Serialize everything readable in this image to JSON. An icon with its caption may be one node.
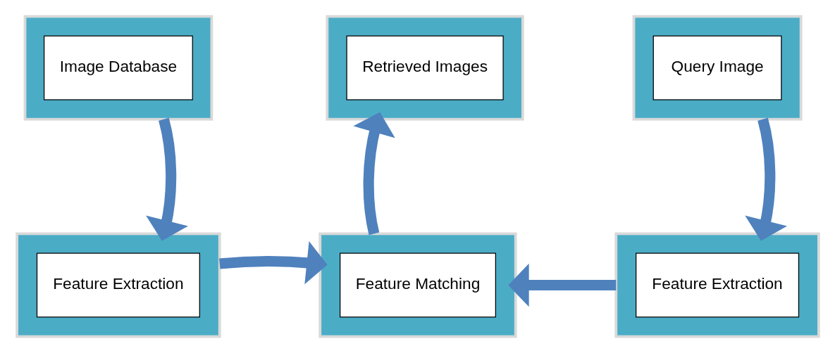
{
  "diagram": {
    "nodes": [
      {
        "text": [],
        "shape": "box"
      },
      {
        "text": [
          "Image Database"
        ],
        "in": 0
      },
      {
        "text": [],
        "shape": "box"
      },
      {
        "text": [
          "Retrieved Images"
        ],
        "in": 2
      },
      {
        "text": [],
        "shape": "box"
      },
      {
        "text": [
          "Query Image"
        ],
        "in": 4
      },
      {
        "text": [],
        "shape": "box"
      },
      {
        "text": [
          "Feature Extraction"
        ],
        "in": 6
      },
      {
        "text": [],
        "shape": "box"
      },
      {
        "text": [
          "Feature Matching"
        ],
        "in": 8
      },
      {
        "text": [],
        "shape": "box"
      },
      {
        "text": [
          "Feature Extraction"
        ],
        "in": 10
      }
    ],
    "edges": [
      {
        "from": 0,
        "to": 6,
        "arrow": "to"
      },
      {
        "from": 6,
        "to": 8,
        "arrow": "to"
      },
      {
        "from": 8,
        "to": 2,
        "arrow": "to"
      },
      {
        "from": 4,
        "to": 10,
        "arrow": "to"
      },
      {
        "from": 10,
        "to": 8,
        "arrow": "to"
      }
    ]
  }
}
